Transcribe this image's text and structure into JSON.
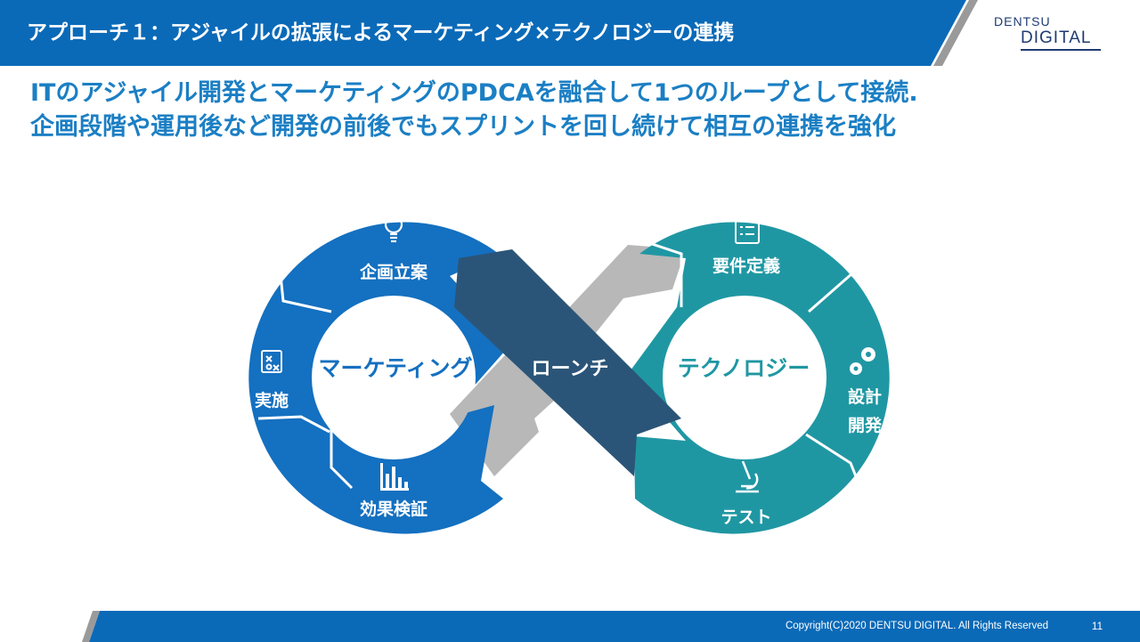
{
  "header": {
    "title": "アプローチ１：アジャイルの拡張によるマーケティング×テクノロジーの連携"
  },
  "logo": {
    "line1": "DENTSU",
    "line2": "DIGITAL"
  },
  "subtitle": {
    "line1": "ITのアジャイル開発とマーケティングのPDCAを融合して1つのループとして接続.",
    "line2": "企画段階や運用後など開発の前後でもスプリントを回し続けて相互の連携を強化"
  },
  "diagram": {
    "left_center": "マーケティング",
    "right_center": "テクノロジー",
    "bridge": "ローンチ",
    "left_steps": {
      "plan": "企画立案",
      "execute": "実施",
      "verify": "効果検証"
    },
    "right_steps": {
      "requirements": "要件定義",
      "design_line1": "設計",
      "design_line2": "開発",
      "test": "テスト"
    }
  },
  "footer": {
    "copyright": "Copyright(C)2020 DENTSU DIGITAL. All Rights Reserved",
    "page": "11"
  },
  "colors": {
    "header_blue": "#0a6ab8",
    "marketing_blue": "#1470c0",
    "technology_teal": "#1f97a3",
    "launch_navy": "#2b5578",
    "connector_gray": "#b8b8b8",
    "title_blue": "#1b7fc4"
  },
  "icons": [
    "lightbulb-icon",
    "strategy-board-icon",
    "bar-chart-icon",
    "checklist-icon",
    "gears-icon",
    "microscope-icon"
  ]
}
